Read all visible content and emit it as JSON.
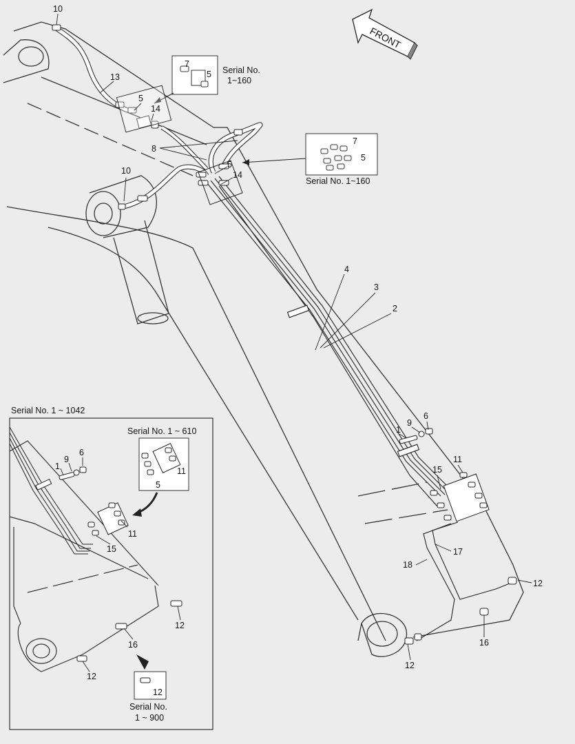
{
  "direction_label": "FRONT",
  "main_callouts": {
    "n10_top": "10",
    "n13": "13",
    "n5_a": "5",
    "n14_a": "14",
    "n8": "8",
    "n10_mid": "10",
    "n5_b": "5",
    "n14_b": "14",
    "n4": "4",
    "n3": "3",
    "n2": "2",
    "n1": "1",
    "n9": "9",
    "n6": "6",
    "n11": "11",
    "n15": "15",
    "n17": "17",
    "n18": "18",
    "n12_right": "12",
    "n16": "16",
    "n12_bottom": "12"
  },
  "inset_top": {
    "serial": "Serial No.",
    "range": "1~160",
    "n7": "7",
    "n5": "5"
  },
  "inset_right": {
    "serial": "Serial No. 1~160",
    "n7": "7",
    "n5": "5"
  },
  "inset_large": {
    "serial": "Serial No. 1 ~ 1042",
    "n1": "1",
    "n9": "9",
    "n6": "6",
    "n11": "11",
    "n15": "15",
    "n12_a": "12",
    "n16": "16",
    "n12_b": "12"
  },
  "inset_610": {
    "serial": "Serial No. 1 ~ 610",
    "n11": "11",
    "n5": "5"
  },
  "inset_900": {
    "serial": "Serial No.",
    "range": "1 ~ 900",
    "n12": "12"
  }
}
